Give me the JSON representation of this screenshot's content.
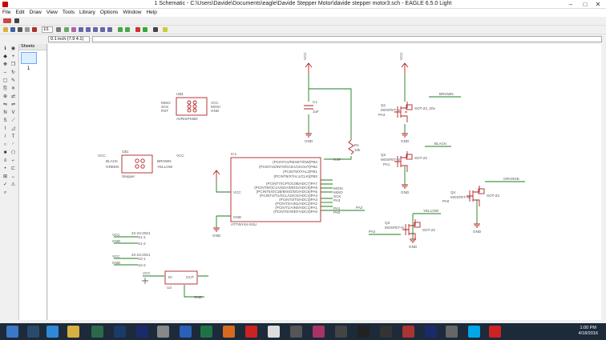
{
  "window": {
    "title": "1 Schematic - C:\\Users\\Davide\\Documents\\eagle\\Davide Stepper Motor\\davide stepper motor3.sch - EAGLE 6.5.0 Light",
    "minimize": "–",
    "maximize": "□",
    "close": "✕"
  },
  "menu": [
    "File",
    "Edit",
    "Draw",
    "View",
    "Tools",
    "Library",
    "Options",
    "Window",
    "Help"
  ],
  "toolbar": {
    "sheet_select": "1/1"
  },
  "command": {
    "coords": "0.1 inch (7.9 4.1)",
    "input": ""
  },
  "sheets": {
    "header": "Sheets",
    "number": "1"
  },
  "schematic": {
    "ic1": {
      "name": "IC1",
      "value": "ATTINY44-SSU",
      "pins_left": [
        "VCC",
        "GND"
      ],
      "pins_right": [
        "(PCINT11/RESET/DW)PB3",
        "(PCINT10/INT0/OC0A/CKOUT)PB2",
        "(PCINT9/XTAL2)PB1",
        "(PCINT8/XTAL1/CLKI)PB0",
        "(PCINT7/ICP/OC0B/ADC7)PA7",
        "(PCINT6/OC1A/SDA/MOSI/ADC6)PA6",
        "(PCINT5/OC1B/MISO/DO/ADC5)PA5",
        "(PCINT4/T1/SCL/USCK/ADC4)PA4",
        "(PCINT3/T0/ADC3)PA3",
        "(PCINT2/AIN1/ADC2)PA2",
        "(PCINT1/AIN0/ADC1)PA1",
        "(PCINT0/AREF/ADC0)PA0"
      ],
      "net_labels": [
        "RST",
        "MOSI",
        "MISO",
        "SCK",
        "PA3",
        "PA2",
        "PA1",
        "PA0"
      ]
    },
    "isp": {
      "name": "U$3",
      "value": "AVRISPSMD",
      "left": [
        "MISO",
        "SCK",
        "RST"
      ],
      "right": [
        "VCC",
        "MOSI",
        "GND"
      ]
    },
    "stepper": {
      "name": "U$1",
      "value": "Stepper",
      "left": [
        "BLACK",
        "GREEN"
      ],
      "right": [
        "BROWN",
        "YELLOW"
      ],
      "vcc_left": "VCC",
      "vcc_right": "VCC"
    },
    "cap": {
      "name": "C1",
      "value": "1uF"
    },
    "res": {
      "name": "R1",
      "value": "10k"
    },
    "mosfets": [
      {
        "name": "Q1",
        "value": "MOSFET-N",
        "pkg": "SOT-23_30v",
        "color": "BROWN",
        "gate": "PA3"
      },
      {
        "name": "Q2",
        "value": "MOSFET-N",
        "pkg": "SOT-23",
        "color": "BLACK",
        "gate": "PA1"
      },
      {
        "name": "Q3",
        "value": "MOSFET-N",
        "pkg": "SOT-23",
        "color": "YELLOW",
        "gate": "PA2"
      },
      {
        "name": "Q4",
        "value": "MOSFET-N",
        "pkg": "SOT-23",
        "color": "ORANGE",
        "gate": "PA0"
      }
    ],
    "connectors": [
      {
        "value": "22-23-2021",
        "pins": [
          "VCC",
          "GND"
        ],
        "labels": [
          "S1-1",
          "S1-2"
        ]
      },
      {
        "value": "22-23-2021",
        "pins": [
          "VCC",
          "GND"
        ],
        "labels": [
          "S2-1",
          "S2-2"
        ]
      }
    ],
    "regulator": {
      "name": "U2",
      "pins": [
        "IN",
        "OUT"
      ],
      "in_label": "VCC",
      "out_label": "GND"
    },
    "supplies": {
      "vcc": "VCC",
      "gnd": "GND"
    },
    "colors": {
      "wire": "#1e7d1e",
      "part": "#b22222",
      "text": "#555555"
    }
  },
  "taskbar": {
    "time": "1:00 PM",
    "date": "4/18/2016"
  }
}
